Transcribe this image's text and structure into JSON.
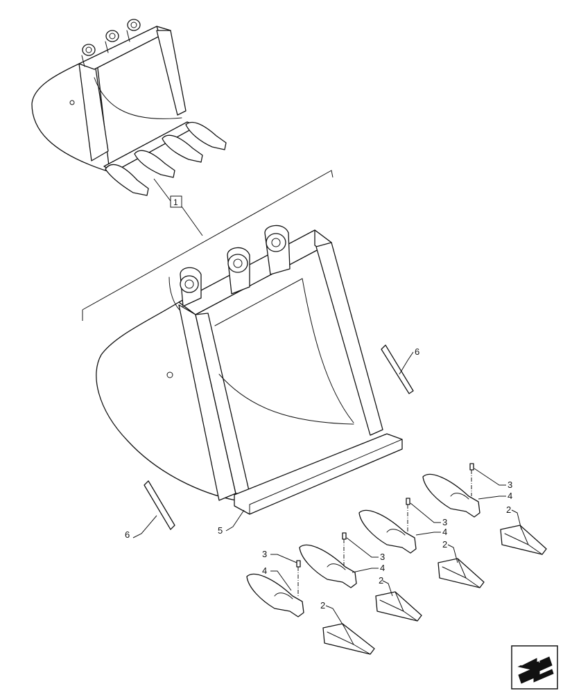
{
  "figure": {
    "assembly_callout": "1",
    "callouts": {
      "tooth": "2",
      "pin": "3",
      "adapter": "4",
      "bucket": "5",
      "side_cutter": "6"
    },
    "nav_icon": "next-page-arrow-icon"
  }
}
